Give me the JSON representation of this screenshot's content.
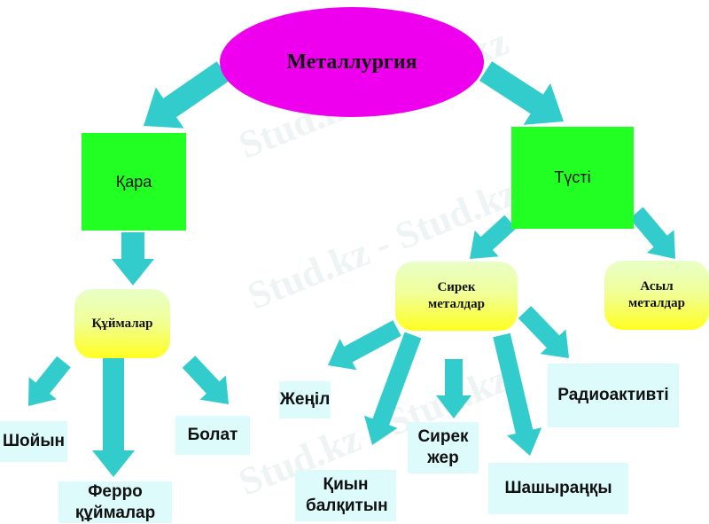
{
  "title": "Металлургия",
  "watermark": "Stud.kz - Stud.kz",
  "colors": {
    "ellipse": "#ee00ee",
    "category_box": "#22ff22",
    "subgroup_gradient_top": "#e8ffc8",
    "subgroup_gradient_bottom": "#ffff20",
    "leaf_box": "#ddfbfb",
    "arrow": "#33cccc"
  },
  "nodes": {
    "root": "Металлургия",
    "ferrous": "Қара",
    "nonferrous": "Түсті",
    "castings": "Құймалар",
    "rare_metals": "Сирек металдар",
    "noble_metals": "Асыл металдар",
    "cast_iron": "Шойын",
    "ferroalloys": "Ферро құймалар",
    "steel": "Болат",
    "light": "Жеңіл",
    "refractory": "Қиын балқитын",
    "rare_earth": "Сирек жер",
    "scattered": "Шашыраңқы",
    "radioactive": "Радиоактивті"
  }
}
